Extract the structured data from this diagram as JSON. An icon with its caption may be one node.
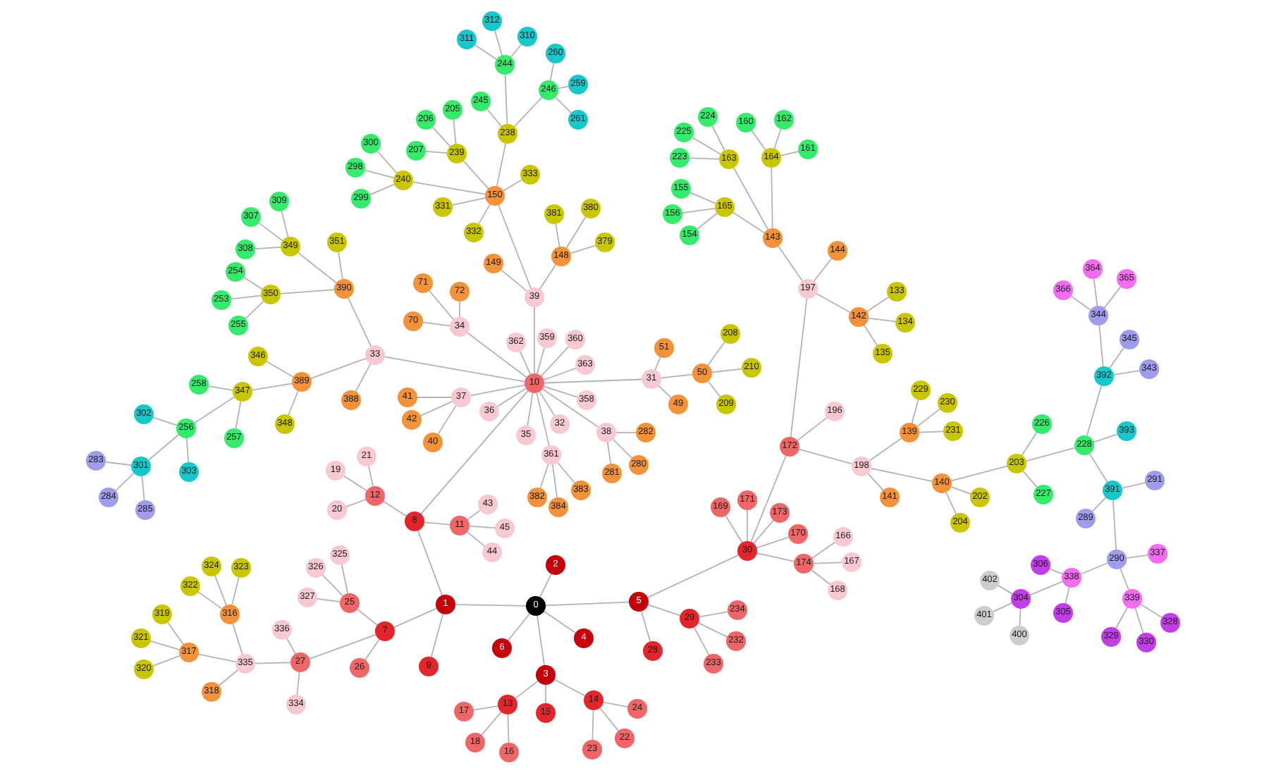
{
  "diagram": {
    "nodes": [
      {
        "text": [
          "0"
        ]
      },
      {
        "text": [
          "1"
        ]
      },
      {
        "text": [
          "2"
        ]
      },
      {
        "text": [
          "3"
        ]
      },
      {
        "text": [
          "4"
        ]
      },
      {
        "text": [
          "5"
        ]
      },
      {
        "text": [
          "6"
        ]
      },
      {
        "text": [
          "7"
        ]
      },
      {
        "text": [
          "8"
        ]
      },
      {
        "text": [
          "9"
        ]
      },
      {
        "text": [
          "10"
        ]
      },
      {
        "text": [
          "11"
        ]
      },
      {
        "text": [
          "12"
        ]
      },
      {
        "text": [
          "13"
        ]
      },
      {
        "text": [
          "14"
        ]
      },
      {
        "text": [
          "15"
        ]
      },
      {
        "text": [
          "16"
        ]
      },
      {
        "text": [
          "17"
        ]
      },
      {
        "text": [
          "18"
        ]
      },
      {
        "text": [
          "19"
        ]
      },
      {
        "text": [
          "20"
        ]
      },
      {
        "text": [
          "21"
        ]
      },
      {
        "text": [
          "22"
        ]
      },
      {
        "text": [
          "23"
        ]
      },
      {
        "text": [
          "24"
        ]
      },
      {
        "text": [
          "25"
        ]
      },
      {
        "text": [
          "26"
        ]
      },
      {
        "text": [
          "27"
        ]
      },
      {
        "text": [
          "28"
        ]
      },
      {
        "text": [
          "29"
        ]
      },
      {
        "text": [
          "30"
        ]
      },
      {
        "text": [
          "31"
        ]
      },
      {
        "text": [
          "32"
        ]
      },
      {
        "text": [
          "33"
        ]
      },
      {
        "text": [
          "34"
        ]
      },
      {
        "text": [
          "35"
        ]
      },
      {
        "text": [
          "36"
        ]
      },
      {
        "text": [
          "37"
        ]
      },
      {
        "text": [
          "38"
        ]
      },
      {
        "text": [
          "39"
        ]
      },
      {
        "text": [
          "40"
        ]
      },
      {
        "text": [
          "41"
        ]
      },
      {
        "text": [
          "42"
        ]
      },
      {
        "text": [
          "43"
        ]
      },
      {
        "text": [
          "44"
        ]
      },
      {
        "text": [
          "45"
        ]
      },
      {
        "text": [
          "49"
        ]
      },
      {
        "text": [
          "50"
        ]
      },
      {
        "text": [
          "51"
        ]
      },
      {
        "text": [
          "70"
        ]
      },
      {
        "text": [
          "71"
        ]
      },
      {
        "text": [
          "72"
        ]
      },
      {
        "text": [
          "133"
        ]
      },
      {
        "text": [
          "134"
        ]
      },
      {
        "text": [
          "135"
        ]
      },
      {
        "text": [
          "139"
        ]
      },
      {
        "text": [
          "140"
        ]
      },
      {
        "text": [
          "141"
        ]
      },
      {
        "text": [
          "142"
        ]
      },
      {
        "text": [
          "143"
        ]
      },
      {
        "text": [
          "144"
        ]
      },
      {
        "text": [
          "148"
        ]
      },
      {
        "text": [
          "149"
        ]
      },
      {
        "text": [
          "150"
        ]
      },
      {
        "text": [
          "154"
        ]
      },
      {
        "text": [
          "155"
        ]
      },
      {
        "text": [
          "156"
        ]
      },
      {
        "text": [
          "160"
        ]
      },
      {
        "text": [
          "161"
        ]
      },
      {
        "text": [
          "162"
        ]
      },
      {
        "text": [
          "163"
        ]
      },
      {
        "text": [
          "164"
        ]
      },
      {
        "text": [
          "165"
        ]
      },
      {
        "text": [
          "166"
        ]
      },
      {
        "text": [
          "167"
        ]
      },
      {
        "text": [
          "168"
        ]
      },
      {
        "text": [
          "169"
        ]
      },
      {
        "text": [
          "170"
        ]
      },
      {
        "text": [
          "171"
        ]
      },
      {
        "text": [
          "172"
        ]
      },
      {
        "text": [
          "173"
        ]
      },
      {
        "text": [
          "174"
        ]
      },
      {
        "text": [
          "196"
        ]
      },
      {
        "text": [
          "197"
        ]
      },
      {
        "text": [
          "198"
        ]
      },
      {
        "text": [
          "202"
        ]
      },
      {
        "text": [
          "203"
        ]
      },
      {
        "text": [
          "204"
        ]
      },
      {
        "text": [
          "205"
        ]
      },
      {
        "text": [
          "206"
        ]
      },
      {
        "text": [
          "207"
        ]
      },
      {
        "text": [
          "208"
        ]
      },
      {
        "text": [
          "209"
        ]
      },
      {
        "text": [
          "210"
        ]
      },
      {
        "text": [
          "223"
        ]
      },
      {
        "text": [
          "224"
        ]
      },
      {
        "text": [
          "225"
        ]
      },
      {
        "text": [
          "226"
        ]
      },
      {
        "text": [
          "227"
        ]
      },
      {
        "text": [
          "228"
        ]
      },
      {
        "text": [
          "229"
        ]
      },
      {
        "text": [
          "230"
        ]
      },
      {
        "text": [
          "231"
        ]
      },
      {
        "text": [
          "232"
        ]
      },
      {
        "text": [
          "233"
        ]
      },
      {
        "text": [
          "234"
        ]
      },
      {
        "text": [
          "238"
        ]
      },
      {
        "text": [
          "239"
        ]
      },
      {
        "text": [
          "240"
        ]
      },
      {
        "text": [
          "244"
        ]
      },
      {
        "text": [
          "245"
        ]
      },
      {
        "text": [
          "246"
        ]
      },
      {
        "text": [
          "253"
        ]
      },
      {
        "text": [
          "254"
        ]
      },
      {
        "text": [
          "255"
        ]
      },
      {
        "text": [
          "256"
        ]
      },
      {
        "text": [
          "257"
        ]
      },
      {
        "text": [
          "258"
        ]
      },
      {
        "text": [
          "259"
        ]
      },
      {
        "text": [
          "260"
        ]
      },
      {
        "text": [
          "261"
        ]
      },
      {
        "text": [
          "280"
        ]
      },
      {
        "text": [
          "281"
        ]
      },
      {
        "text": [
          "282"
        ]
      },
      {
        "text": [
          "283"
        ]
      },
      {
        "text": [
          "284"
        ]
      },
      {
        "text": [
          "285"
        ]
      },
      {
        "text": [
          "289"
        ]
      },
      {
        "text": [
          "290"
        ]
      },
      {
        "text": [
          "291"
        ]
      },
      {
        "text": [
          "298"
        ]
      },
      {
        "text": [
          "299"
        ]
      },
      {
        "text": [
          "300"
        ]
      },
      {
        "text": [
          "301"
        ]
      },
      {
        "text": [
          "302"
        ]
      },
      {
        "text": [
          "303"
        ]
      },
      {
        "text": [
          "304"
        ]
      },
      {
        "text": [
          "305"
        ]
      },
      {
        "text": [
          "306"
        ]
      },
      {
        "text": [
          "307"
        ]
      },
      {
        "text": [
          "308"
        ]
      },
      {
        "text": [
          "309"
        ]
      },
      {
        "text": [
          "310"
        ]
      },
      {
        "text": [
          "311"
        ]
      },
      {
        "text": [
          "312"
        ]
      },
      {
        "text": [
          "316"
        ]
      },
      {
        "text": [
          "317"
        ]
      },
      {
        "text": [
          "318"
        ]
      },
      {
        "text": [
          "319"
        ]
      },
      {
        "text": [
          "320"
        ]
      },
      {
        "text": [
          "321"
        ]
      },
      {
        "text": [
          "322"
        ]
      },
      {
        "text": [
          "323"
        ]
      },
      {
        "text": [
          "324"
        ]
      },
      {
        "text": [
          "325"
        ]
      },
      {
        "text": [
          "326"
        ]
      },
      {
        "text": [
          "327"
        ]
      },
      {
        "text": [
          "328"
        ]
      },
      {
        "text": [
          "329"
        ]
      },
      {
        "text": [
          "330"
        ]
      },
      {
        "text": [
          "331"
        ]
      },
      {
        "text": [
          "332"
        ]
      },
      {
        "text": [
          "333"
        ]
      },
      {
        "text": [
          "334"
        ]
      },
      {
        "text": [
          "335"
        ]
      },
      {
        "text": [
          "336"
        ]
      },
      {
        "text": [
          "337"
        ]
      },
      {
        "text": [
          "338"
        ]
      },
      {
        "text": [
          "339"
        ]
      },
      {
        "text": [
          "343"
        ]
      },
      {
        "text": [
          "344"
        ]
      },
      {
        "text": [
          "345"
        ]
      },
      {
        "text": [
          "346"
        ]
      },
      {
        "text": [
          "347"
        ]
      },
      {
        "text": [
          "348"
        ]
      },
      {
        "text": [
          "349"
        ]
      },
      {
        "text": [
          "350"
        ]
      },
      {
        "text": [
          "351"
        ]
      },
      {
        "text": [
          "358"
        ]
      },
      {
        "text": [
          "359"
        ]
      },
      {
        "text": [
          "360"
        ]
      },
      {
        "text": [
          "361"
        ]
      },
      {
        "text": [
          "362"
        ]
      },
      {
        "text": [
          "363"
        ]
      },
      {
        "text": [
          "364"
        ]
      },
      {
        "text": [
          "365"
        ]
      },
      {
        "text": [
          "366"
        ]
      },
      {
        "text": [
          "379"
        ]
      },
      {
        "text": [
          "380"
        ]
      },
      {
        "text": [
          "381"
        ]
      },
      {
        "text": [
          "382"
        ]
      },
      {
        "text": [
          "383"
        ]
      },
      {
        "text": [
          "384"
        ]
      },
      {
        "text": [
          "388"
        ]
      },
      {
        "text": [
          "389"
        ]
      },
      {
        "text": [
          "390"
        ]
      },
      {
        "text": [
          "391"
        ]
      },
      {
        "text": [
          "392"
        ]
      },
      {
        "text": [
          "393"
        ]
      },
      {
        "text": [
          "400"
        ]
      },
      {
        "text": [
          "401"
        ]
      },
      {
        "text": [
          "402"
        ]
      }
    ],
    "edges": [
      {
        "from": 0,
        "to": 1,
        "arrow": "none"
      },
      {
        "from": 0,
        "to": 2,
        "arrow": "none"
      },
      {
        "from": 0,
        "to": 3,
        "arrow": "none"
      },
      {
        "from": 0,
        "to": 4,
        "arrow": "none"
      },
      {
        "from": 0,
        "to": 5,
        "arrow": "none"
      },
      {
        "from": 0,
        "to": 6,
        "arrow": "none"
      },
      {
        "from": 1,
        "to": 7,
        "arrow": "none"
      },
      {
        "from": 1,
        "to": 8,
        "arrow": "none"
      },
      {
        "from": 1,
        "to": 9,
        "arrow": "none"
      },
      {
        "from": 3,
        "to": 13,
        "arrow": "none"
      },
      {
        "from": 3,
        "to": 14,
        "arrow": "none"
      },
      {
        "from": 3,
        "to": 15,
        "arrow": "none"
      },
      {
        "from": 5,
        "to": 28,
        "arrow": "none"
      },
      {
        "from": 5,
        "to": 29,
        "arrow": "none"
      },
      {
        "from": 5,
        "to": 30,
        "arrow": "none"
      },
      {
        "from": 7,
        "to": 25,
        "arrow": "none"
      },
      {
        "from": 7,
        "to": 26,
        "arrow": "none"
      },
      {
        "from": 7,
        "to": 27,
        "arrow": "none"
      },
      {
        "from": 8,
        "to": 10,
        "arrow": "none"
      },
      {
        "from": 8,
        "to": 11,
        "arrow": "none"
      },
      {
        "from": 8,
        "to": 12,
        "arrow": "none"
      },
      {
        "from": 10,
        "to": 31,
        "arrow": "none"
      },
      {
        "from": 10,
        "to": 32,
        "arrow": "none"
      },
      {
        "from": 10,
        "to": 33,
        "arrow": "none"
      },
      {
        "from": 10,
        "to": 34,
        "arrow": "none"
      },
      {
        "from": 10,
        "to": 35,
        "arrow": "none"
      },
      {
        "from": 10,
        "to": 36,
        "arrow": "none"
      },
      {
        "from": 10,
        "to": 37,
        "arrow": "none"
      },
      {
        "from": 10,
        "to": 38,
        "arrow": "none"
      },
      {
        "from": 10,
        "to": 39,
        "arrow": "none"
      },
      {
        "from": 10,
        "to": 178,
        "arrow": "none"
      },
      {
        "from": 10,
        "to": 179,
        "arrow": "none"
      },
      {
        "from": 10,
        "to": 180,
        "arrow": "none"
      },
      {
        "from": 10,
        "to": 181,
        "arrow": "none"
      },
      {
        "from": 10,
        "to": 182,
        "arrow": "none"
      },
      {
        "from": 10,
        "to": 183,
        "arrow": "none"
      },
      {
        "from": 11,
        "to": 43,
        "arrow": "none"
      },
      {
        "from": 11,
        "to": 44,
        "arrow": "none"
      },
      {
        "from": 11,
        "to": 45,
        "arrow": "none"
      },
      {
        "from": 12,
        "to": 19,
        "arrow": "none"
      },
      {
        "from": 12,
        "to": 20,
        "arrow": "none"
      },
      {
        "from": 12,
        "to": 21,
        "arrow": "none"
      },
      {
        "from": 13,
        "to": 16,
        "arrow": "none"
      },
      {
        "from": 13,
        "to": 17,
        "arrow": "none"
      },
      {
        "from": 13,
        "to": 18,
        "arrow": "none"
      },
      {
        "from": 14,
        "to": 22,
        "arrow": "none"
      },
      {
        "from": 14,
        "to": 23,
        "arrow": "none"
      },
      {
        "from": 14,
        "to": 24,
        "arrow": "none"
      },
      {
        "from": 25,
        "to": 154,
        "arrow": "none"
      },
      {
        "from": 25,
        "to": 155,
        "arrow": "none"
      },
      {
        "from": 25,
        "to": 156,
        "arrow": "none"
      },
      {
        "from": 27,
        "to": 163,
        "arrow": "none"
      },
      {
        "from": 27,
        "to": 164,
        "arrow": "none"
      },
      {
        "from": 27,
        "to": 165,
        "arrow": "none"
      },
      {
        "from": 29,
        "to": 103,
        "arrow": "none"
      },
      {
        "from": 29,
        "to": 104,
        "arrow": "none"
      },
      {
        "from": 29,
        "to": 105,
        "arrow": "none"
      },
      {
        "from": 30,
        "to": 76,
        "arrow": "none"
      },
      {
        "from": 30,
        "to": 77,
        "arrow": "none"
      },
      {
        "from": 30,
        "to": 78,
        "arrow": "none"
      },
      {
        "from": 30,
        "to": 79,
        "arrow": "none"
      },
      {
        "from": 30,
        "to": 80,
        "arrow": "none"
      },
      {
        "from": 30,
        "to": 81,
        "arrow": "none"
      },
      {
        "from": 31,
        "to": 46,
        "arrow": "none"
      },
      {
        "from": 31,
        "to": 47,
        "arrow": "none"
      },
      {
        "from": 31,
        "to": 48,
        "arrow": "none"
      },
      {
        "from": 33,
        "to": 193,
        "arrow": "none"
      },
      {
        "from": 33,
        "to": 194,
        "arrow": "none"
      },
      {
        "from": 33,
        "to": 195,
        "arrow": "none"
      },
      {
        "from": 34,
        "to": 49,
        "arrow": "none"
      },
      {
        "from": 34,
        "to": 50,
        "arrow": "none"
      },
      {
        "from": 34,
        "to": 51,
        "arrow": "none"
      },
      {
        "from": 37,
        "to": 40,
        "arrow": "none"
      },
      {
        "from": 37,
        "to": 41,
        "arrow": "none"
      },
      {
        "from": 37,
        "to": 42,
        "arrow": "none"
      },
      {
        "from": 38,
        "to": 121,
        "arrow": "none"
      },
      {
        "from": 38,
        "to": 122,
        "arrow": "none"
      },
      {
        "from": 38,
        "to": 123,
        "arrow": "none"
      },
      {
        "from": 39,
        "to": 61,
        "arrow": "none"
      },
      {
        "from": 39,
        "to": 62,
        "arrow": "none"
      },
      {
        "from": 39,
        "to": 63,
        "arrow": "none"
      },
      {
        "from": 47,
        "to": 91,
        "arrow": "none"
      },
      {
        "from": 47,
        "to": 92,
        "arrow": "none"
      },
      {
        "from": 47,
        "to": 93,
        "arrow": "none"
      },
      {
        "from": 58,
        "to": 52,
        "arrow": "none"
      },
      {
        "from": 58,
        "to": 53,
        "arrow": "none"
      },
      {
        "from": 58,
        "to": 54,
        "arrow": "none"
      },
      {
        "from": 59,
        "to": 70,
        "arrow": "none"
      },
      {
        "from": 59,
        "to": 71,
        "arrow": "none"
      },
      {
        "from": 59,
        "to": 72,
        "arrow": "none"
      },
      {
        "from": 55,
        "to": 100,
        "arrow": "none"
      },
      {
        "from": 55,
        "to": 101,
        "arrow": "none"
      },
      {
        "from": 55,
        "to": 102,
        "arrow": "none"
      },
      {
        "from": 56,
        "to": 85,
        "arrow": "none"
      },
      {
        "from": 56,
        "to": 86,
        "arrow": "none"
      },
      {
        "from": 56,
        "to": 87,
        "arrow": "none"
      },
      {
        "from": 61,
        "to": 187,
        "arrow": "none"
      },
      {
        "from": 61,
        "to": 188,
        "arrow": "none"
      },
      {
        "from": 61,
        "to": 189,
        "arrow": "none"
      },
      {
        "from": 63,
        "to": 106,
        "arrow": "none"
      },
      {
        "from": 63,
        "to": 107,
        "arrow": "none"
      },
      {
        "from": 63,
        "to": 108,
        "arrow": "none"
      },
      {
        "from": 63,
        "to": 160,
        "arrow": "none"
      },
      {
        "from": 63,
        "to": 161,
        "arrow": "none"
      },
      {
        "from": 63,
        "to": 162,
        "arrow": "none"
      },
      {
        "from": 70,
        "to": 94,
        "arrow": "none"
      },
      {
        "from": 70,
        "to": 95,
        "arrow": "none"
      },
      {
        "from": 70,
        "to": 96,
        "arrow": "none"
      },
      {
        "from": 71,
        "to": 67,
        "arrow": "none"
      },
      {
        "from": 71,
        "to": 68,
        "arrow": "none"
      },
      {
        "from": 71,
        "to": 69,
        "arrow": "none"
      },
      {
        "from": 72,
        "to": 64,
        "arrow": "none"
      },
      {
        "from": 72,
        "to": 65,
        "arrow": "none"
      },
      {
        "from": 72,
        "to": 66,
        "arrow": "none"
      },
      {
        "from": 79,
        "to": 82,
        "arrow": "none"
      },
      {
        "from": 79,
        "to": 83,
        "arrow": "none"
      },
      {
        "from": 79,
        "to": 84,
        "arrow": "none"
      },
      {
        "from": 81,
        "to": 73,
        "arrow": "none"
      },
      {
        "from": 81,
        "to": 74,
        "arrow": "none"
      },
      {
        "from": 81,
        "to": 75,
        "arrow": "none"
      },
      {
        "from": 83,
        "to": 58,
        "arrow": "none"
      },
      {
        "from": 83,
        "to": 59,
        "arrow": "none"
      },
      {
        "from": 83,
        "to": 60,
        "arrow": "none"
      },
      {
        "from": 84,
        "to": 55,
        "arrow": "none"
      },
      {
        "from": 84,
        "to": 56,
        "arrow": "none"
      },
      {
        "from": 84,
        "to": 57,
        "arrow": "none"
      },
      {
        "from": 86,
        "to": 97,
        "arrow": "none"
      },
      {
        "from": 86,
        "to": 98,
        "arrow": "none"
      },
      {
        "from": 86,
        "to": 99,
        "arrow": "none"
      },
      {
        "from": 99,
        "to": 196,
        "arrow": "none"
      },
      {
        "from": 99,
        "to": 197,
        "arrow": "none"
      },
      {
        "from": 99,
        "to": 198,
        "arrow": "none"
      },
      {
        "from": 106,
        "to": 109,
        "arrow": "none"
      },
      {
        "from": 106,
        "to": 110,
        "arrow": "none"
      },
      {
        "from": 106,
        "to": 111,
        "arrow": "none"
      },
      {
        "from": 107,
        "to": 88,
        "arrow": "none"
      },
      {
        "from": 107,
        "to": 89,
        "arrow": "none"
      },
      {
        "from": 107,
        "to": 90,
        "arrow": "none"
      },
      {
        "from": 108,
        "to": 130,
        "arrow": "none"
      },
      {
        "from": 108,
        "to": 131,
        "arrow": "none"
      },
      {
        "from": 108,
        "to": 132,
        "arrow": "none"
      },
      {
        "from": 109,
        "to": 142,
        "arrow": "none"
      },
      {
        "from": 109,
        "to": 143,
        "arrow": "none"
      },
      {
        "from": 109,
        "to": 144,
        "arrow": "none"
      },
      {
        "from": 111,
        "to": 118,
        "arrow": "none"
      },
      {
        "from": 111,
        "to": 119,
        "arrow": "none"
      },
      {
        "from": 111,
        "to": 120,
        "arrow": "none"
      },
      {
        "from": 115,
        "to": 133,
        "arrow": "none"
      },
      {
        "from": 115,
        "to": 134,
        "arrow": "none"
      },
      {
        "from": 115,
        "to": 135,
        "arrow": "none"
      },
      {
        "from": 128,
        "to": 166,
        "arrow": "none"
      },
      {
        "from": 128,
        "to": 167,
        "arrow": "none"
      },
      {
        "from": 128,
        "to": 168,
        "arrow": "none"
      },
      {
        "from": 133,
        "to": 124,
        "arrow": "none"
      },
      {
        "from": 133,
        "to": 125,
        "arrow": "none"
      },
      {
        "from": 133,
        "to": 126,
        "arrow": "none"
      },
      {
        "from": 136,
        "to": 199,
        "arrow": "none"
      },
      {
        "from": 136,
        "to": 200,
        "arrow": "none"
      },
      {
        "from": 136,
        "to": 201,
        "arrow": "none"
      },
      {
        "from": 145,
        "to": 151,
        "arrow": "none"
      },
      {
        "from": 145,
        "to": 152,
        "arrow": "none"
      },
      {
        "from": 145,
        "to": 153,
        "arrow": "none"
      },
      {
        "from": 146,
        "to": 148,
        "arrow": "none"
      },
      {
        "from": 146,
        "to": 149,
        "arrow": "none"
      },
      {
        "from": 146,
        "to": 150,
        "arrow": "none"
      },
      {
        "from": 164,
        "to": 145,
        "arrow": "none"
      },
      {
        "from": 164,
        "to": 146,
        "arrow": "none"
      },
      {
        "from": 164,
        "to": 147,
        "arrow": "none"
      },
      {
        "from": 167,
        "to": 136,
        "arrow": "none"
      },
      {
        "from": 167,
        "to": 137,
        "arrow": "none"
      },
      {
        "from": 167,
        "to": 138,
        "arrow": "none"
      },
      {
        "from": 168,
        "to": 157,
        "arrow": "none"
      },
      {
        "from": 168,
        "to": 158,
        "arrow": "none"
      },
      {
        "from": 168,
        "to": 159,
        "arrow": "none"
      },
      {
        "from": 170,
        "to": 184,
        "arrow": "none"
      },
      {
        "from": 170,
        "to": 185,
        "arrow": "none"
      },
      {
        "from": 170,
        "to": 186,
        "arrow": "none"
      },
      {
        "from": 173,
        "to": 115,
        "arrow": "none"
      },
      {
        "from": 173,
        "to": 116,
        "arrow": "none"
      },
      {
        "from": 173,
        "to": 117,
        "arrow": "none"
      },
      {
        "from": 175,
        "to": 139,
        "arrow": "none"
      },
      {
        "from": 175,
        "to": 140,
        "arrow": "none"
      },
      {
        "from": 175,
        "to": 141,
        "arrow": "none"
      },
      {
        "from": 176,
        "to": 112,
        "arrow": "none"
      },
      {
        "from": 176,
        "to": 113,
        "arrow": "none"
      },
      {
        "from": 176,
        "to": 114,
        "arrow": "none"
      },
      {
        "from": 181,
        "to": 190,
        "arrow": "none"
      },
      {
        "from": 181,
        "to": 191,
        "arrow": "none"
      },
      {
        "from": 181,
        "to": 192,
        "arrow": "none"
      },
      {
        "from": 194,
        "to": 172,
        "arrow": "none"
      },
      {
        "from": 194,
        "to": 173,
        "arrow": "none"
      },
      {
        "from": 194,
        "to": 174,
        "arrow": "none"
      },
      {
        "from": 195,
        "to": 175,
        "arrow": "none"
      },
      {
        "from": 195,
        "to": 176,
        "arrow": "none"
      },
      {
        "from": 195,
        "to": 177,
        "arrow": "none"
      },
      {
        "from": 196,
        "to": 127,
        "arrow": "none"
      },
      {
        "from": 196,
        "to": 128,
        "arrow": "none"
      },
      {
        "from": 196,
        "to": 129,
        "arrow": "none"
      },
      {
        "from": 197,
        "to": 169,
        "arrow": "none"
      },
      {
        "from": 197,
        "to": 170,
        "arrow": "none"
      },
      {
        "from": 197,
        "to": 171,
        "arrow": "none"
      }
    ]
  }
}
